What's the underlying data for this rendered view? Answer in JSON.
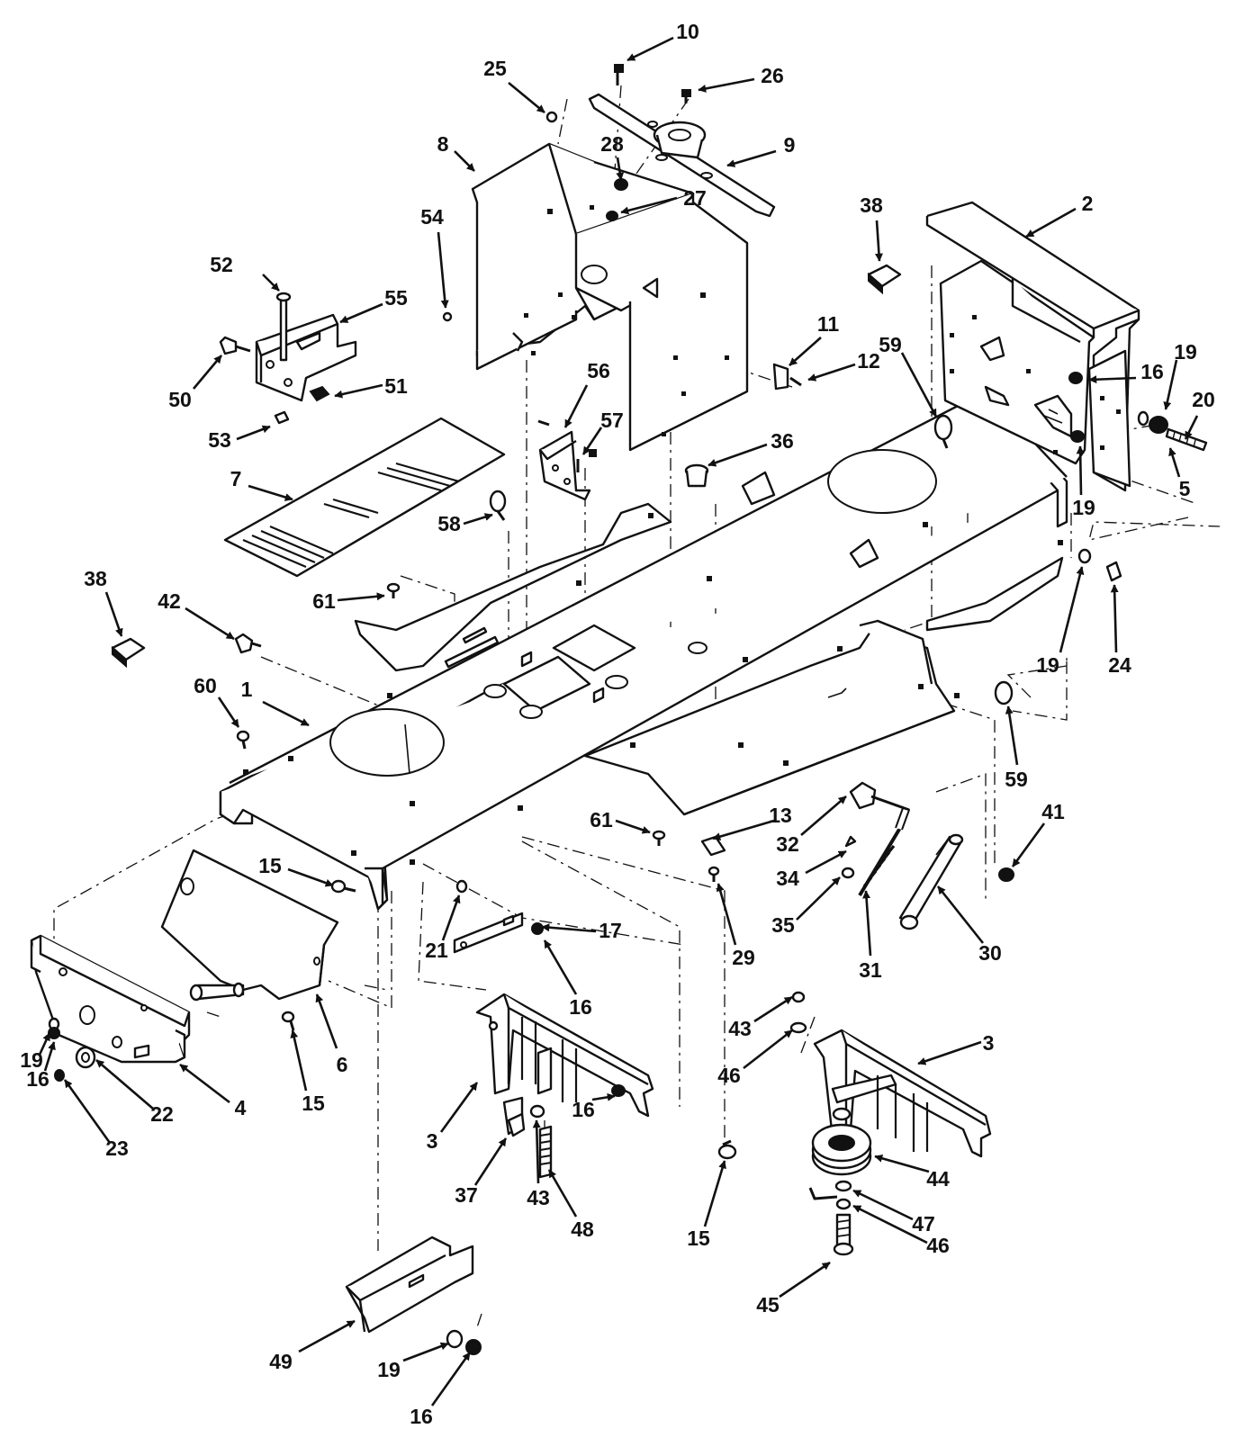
{
  "diagram": {
    "type": "exploded parts view",
    "callouts": [
      {
        "id": "c10",
        "label": "10"
      },
      {
        "id": "c25",
        "label": "25"
      },
      {
        "id": "c26",
        "label": "26"
      },
      {
        "id": "c8",
        "label": "8"
      },
      {
        "id": "c9",
        "label": "9"
      },
      {
        "id": "c28",
        "label": "28"
      },
      {
        "id": "c27",
        "label": "27"
      },
      {
        "id": "c54",
        "label": "54"
      },
      {
        "id": "c38a",
        "label": "38"
      },
      {
        "id": "c2",
        "label": "2"
      },
      {
        "id": "c52",
        "label": "52"
      },
      {
        "id": "c55",
        "label": "55"
      },
      {
        "id": "c50",
        "label": "50"
      },
      {
        "id": "c51",
        "label": "51"
      },
      {
        "id": "c53",
        "label": "53"
      },
      {
        "id": "c11",
        "label": "11"
      },
      {
        "id": "c12",
        "label": "12"
      },
      {
        "id": "c59a",
        "label": "59"
      },
      {
        "id": "c19a",
        "label": "19"
      },
      {
        "id": "c16a",
        "label": "16"
      },
      {
        "id": "c20",
        "label": "20"
      },
      {
        "id": "c5",
        "label": "5"
      },
      {
        "id": "c19b",
        "label": "19"
      },
      {
        "id": "c56",
        "label": "56"
      },
      {
        "id": "c57",
        "label": "57"
      },
      {
        "id": "c36",
        "label": "36"
      },
      {
        "id": "c7",
        "label": "7"
      },
      {
        "id": "c58",
        "label": "58"
      },
      {
        "id": "c61a",
        "label": "61"
      },
      {
        "id": "c38b",
        "label": "38"
      },
      {
        "id": "c42",
        "label": "42"
      },
      {
        "id": "c19c",
        "label": "19"
      },
      {
        "id": "c24",
        "label": "24"
      },
      {
        "id": "c60",
        "label": "60"
      },
      {
        "id": "c1",
        "label": "1"
      },
      {
        "id": "c59b",
        "label": "59"
      },
      {
        "id": "c61b",
        "label": "61"
      },
      {
        "id": "c13",
        "label": "13"
      },
      {
        "id": "c32",
        "label": "32"
      },
      {
        "id": "c41",
        "label": "41"
      },
      {
        "id": "c15a",
        "label": "15"
      },
      {
        "id": "c34",
        "label": "34"
      },
      {
        "id": "c35",
        "label": "35"
      },
      {
        "id": "c17",
        "label": "17"
      },
      {
        "id": "c21",
        "label": "21"
      },
      {
        "id": "c29",
        "label": "29"
      },
      {
        "id": "c31",
        "label": "31"
      },
      {
        "id": "c30",
        "label": "30"
      },
      {
        "id": "c16b",
        "label": "16"
      },
      {
        "id": "c19d",
        "label": "19"
      },
      {
        "id": "c16c",
        "label": "16"
      },
      {
        "id": "c6",
        "label": "6"
      },
      {
        "id": "c43a",
        "label": "43"
      },
      {
        "id": "c3a",
        "label": "3"
      },
      {
        "id": "c22",
        "label": "22"
      },
      {
        "id": "c4",
        "label": "4"
      },
      {
        "id": "c15b",
        "label": "15"
      },
      {
        "id": "c46a",
        "label": "46"
      },
      {
        "id": "c23",
        "label": "23"
      },
      {
        "id": "c3b",
        "label": "3"
      },
      {
        "id": "c16d",
        "label": "16"
      },
      {
        "id": "c44",
        "label": "44"
      },
      {
        "id": "c37",
        "label": "37"
      },
      {
        "id": "c43b",
        "label": "43"
      },
      {
        "id": "c15c",
        "label": "15"
      },
      {
        "id": "c47",
        "label": "47"
      },
      {
        "id": "c48",
        "label": "48"
      },
      {
        "id": "c46b",
        "label": "46"
      },
      {
        "id": "c45",
        "label": "45"
      },
      {
        "id": "c49",
        "label": "49"
      },
      {
        "id": "c19e",
        "label": "19"
      },
      {
        "id": "c16e",
        "label": "16"
      }
    ]
  }
}
